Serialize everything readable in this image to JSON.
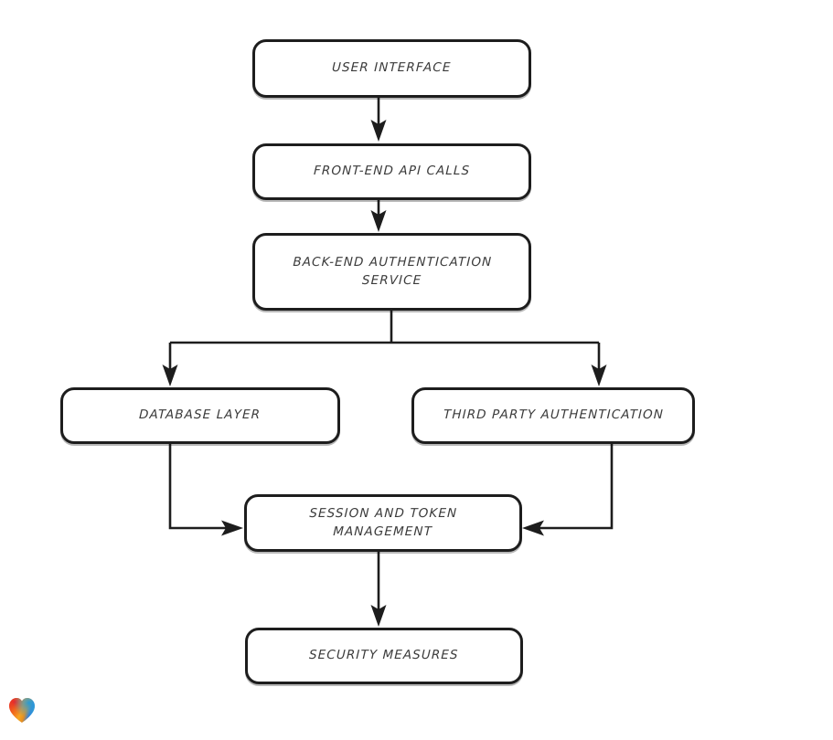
{
  "diagram": {
    "type": "flowchart",
    "orientation": "top-to-bottom",
    "background_color": "#ffffff",
    "node_border_color": "#1d1d1d",
    "node_fill_color": "#ffffff",
    "text_color": "#3b3b3b",
    "connector_color": "#1d1d1d",
    "nodes": [
      {
        "id": "ui",
        "label": "User Interface"
      },
      {
        "id": "frontend",
        "label": "Front-End API Calls"
      },
      {
        "id": "backend",
        "label": "Back-End Authentication\nService"
      },
      {
        "id": "database",
        "label": "Database Layer"
      },
      {
        "id": "thirdparty",
        "label": "Third Party Authentication"
      },
      {
        "id": "session",
        "label": "Session and Token\nManagement"
      },
      {
        "id": "security",
        "label": "Security Measures"
      }
    ],
    "edges": [
      {
        "from": "ui",
        "to": "frontend",
        "style": "straight-down"
      },
      {
        "from": "frontend",
        "to": "backend",
        "style": "straight-down"
      },
      {
        "from": "backend",
        "to": "database",
        "style": "split-left"
      },
      {
        "from": "backend",
        "to": "thirdparty",
        "style": "split-right"
      },
      {
        "from": "database",
        "to": "session",
        "style": "elbow-into-left-side"
      },
      {
        "from": "thirdparty",
        "to": "session",
        "style": "elbow-into-right-side"
      },
      {
        "from": "session",
        "to": "security",
        "style": "straight-down"
      }
    ]
  },
  "badge": {
    "icon": "heart-icon",
    "gradient_colors": [
      "#e8202a",
      "#f08a12",
      "#f5a623",
      "#2a7ae2",
      "#29b8c8"
    ]
  }
}
